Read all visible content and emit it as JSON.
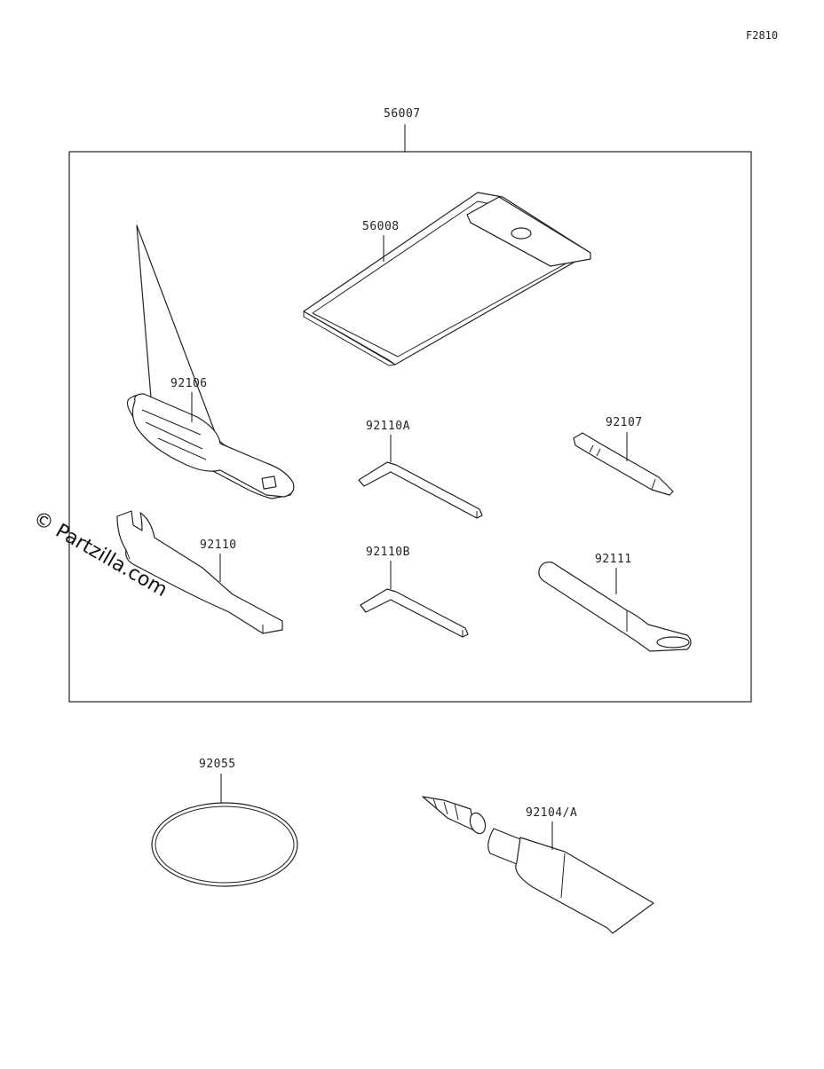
{
  "figure_code": "F2810",
  "watermark": "© Partzilla.com",
  "parts": {
    "kit": "56007",
    "case": "56008",
    "driver_handle": "92106",
    "hex_a": "92110A",
    "bit": "92107",
    "spanner": "92110",
    "hex_b": "92110B",
    "extension": "92111",
    "strap": "92055",
    "tube": "92104/A"
  }
}
